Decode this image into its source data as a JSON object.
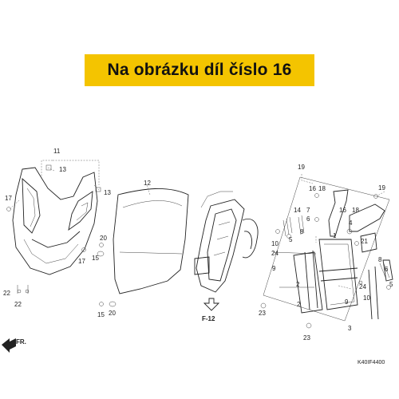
{
  "banner": {
    "text": "Na obrázku díl číslo 16",
    "color": "#f4c400"
  },
  "diagram": {
    "code": "K40IF4400",
    "view_label": "F-12",
    "front_label": "FR.",
    "callouts": [
      {
        "id": "c11",
        "text": "11"
      },
      {
        "id": "c13a",
        "text": "13"
      },
      {
        "id": "c13b",
        "text": "13"
      },
      {
        "id": "c17a",
        "text": "17"
      },
      {
        "id": "c17b",
        "text": "17"
      },
      {
        "id": "c15a",
        "text": "15"
      },
      {
        "id": "c20a",
        "text": "20"
      },
      {
        "id": "c22a",
        "text": "22"
      },
      {
        "id": "c22b",
        "text": "22"
      },
      {
        "id": "c12",
        "text": "12"
      },
      {
        "id": "c15b",
        "text": "15"
      },
      {
        "id": "c20b",
        "text": "20"
      },
      {
        "id": "c19a",
        "text": "19"
      },
      {
        "id": "c19b",
        "text": "19"
      },
      {
        "id": "c16a",
        "text": "16"
      },
      {
        "id": "c18a",
        "text": "18"
      },
      {
        "id": "c7",
        "text": "7"
      },
      {
        "id": "c6a",
        "text": "6"
      },
      {
        "id": "c14",
        "text": "14"
      },
      {
        "id": "c8a",
        "text": "8"
      },
      {
        "id": "c5a",
        "text": "5"
      },
      {
        "id": "c10a",
        "text": "10"
      },
      {
        "id": "c24a",
        "text": "24"
      },
      {
        "id": "c9a",
        "text": "9"
      },
      {
        "id": "c2a",
        "text": "2"
      },
      {
        "id": "c2b",
        "text": "2"
      },
      {
        "id": "c23a",
        "text": "23"
      },
      {
        "id": "c23b",
        "text": "23"
      },
      {
        "id": "c16b",
        "text": "16"
      },
      {
        "id": "c18b",
        "text": "18"
      },
      {
        "id": "c4",
        "text": "4"
      },
      {
        "id": "c1",
        "text": "1"
      },
      {
        "id": "c21",
        "text": "21"
      },
      {
        "id": "c8b",
        "text": "8"
      },
      {
        "id": "c6b",
        "text": "6"
      },
      {
        "id": "c5b",
        "text": "5"
      },
      {
        "id": "c24b",
        "text": "24"
      },
      {
        "id": "c10b",
        "text": "10"
      },
      {
        "id": "c9b",
        "text": "9"
      },
      {
        "id": "c3",
        "text": "3"
      }
    ]
  }
}
